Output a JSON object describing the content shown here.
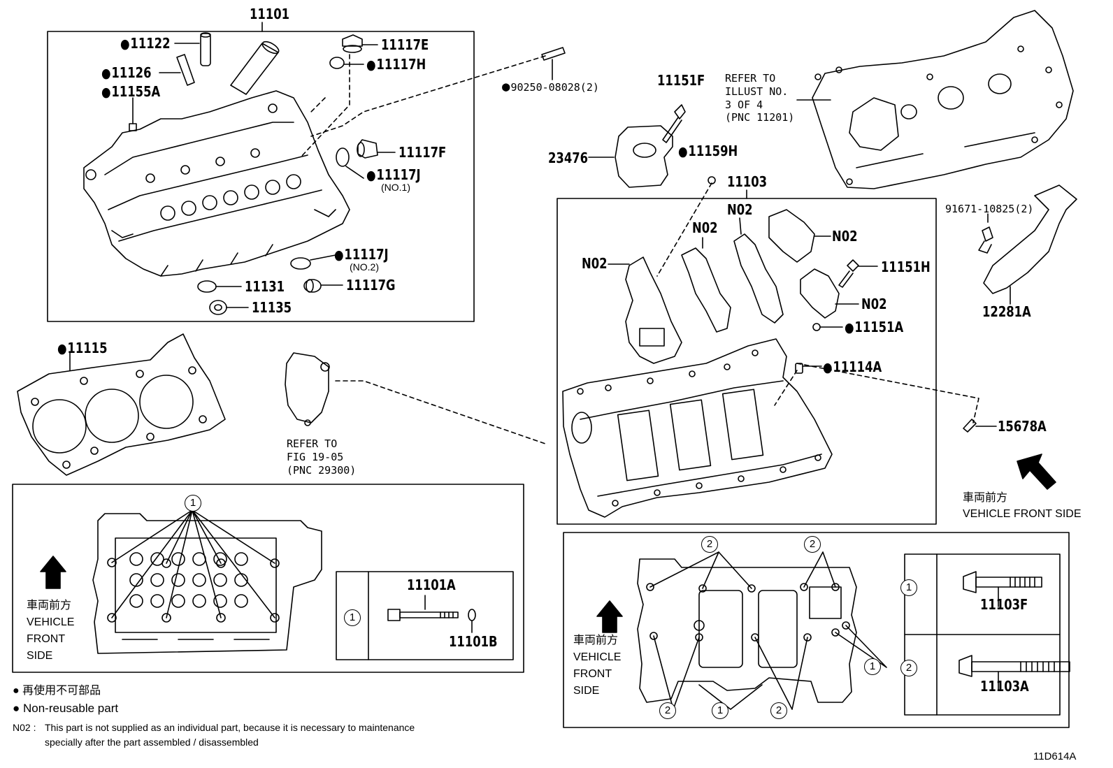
{
  "diagram_id": "11D614A",
  "parts": {
    "p11101": "11101",
    "p11122": "11122",
    "p11126": "11126",
    "p11155A": "11155A",
    "p11117E": "11117E",
    "p11117H": "11117H",
    "p11117F": "11117F",
    "p11117J1": "11117J",
    "no1": "(NO.1)",
    "p11117J2": "11117J",
    "no2": "(NO.2)",
    "p11131": "11131",
    "p11117G": "11117G",
    "p11135": "11135",
    "p90250": "90250-08028(2)",
    "p11151F": "11151F",
    "p23476": "23476",
    "p11159H": "11159H",
    "p11103": "11103",
    "p11151H": "11151H",
    "p11151A": "11151A",
    "p11114A": "11114A",
    "p91671": "91671-10825(2)",
    "p12281A": "12281A",
    "p15678A": "15678A",
    "p11115": "11115",
    "p11101A": "11101A",
    "p11101B": "11101B",
    "p11103F": "11103F",
    "p11103A": "11103A",
    "n02": "N02"
  },
  "refs": {
    "illust": [
      "REFER TO",
      "ILLUST NO.",
      "3 OF 4",
      "(PNC 11201)"
    ],
    "fig": [
      "REFER TO",
      "FIG 19-05",
      "(PNC 29300)"
    ]
  },
  "front_side": {
    "jp": "車両前方",
    "en_line": "VEHICLE FRONT SIDE",
    "en_stack": [
      "VEHICLE",
      "FRONT",
      "SIDE"
    ]
  },
  "callouts": {
    "one": "1",
    "two": "2"
  },
  "legend": {
    "jp": "再使用不可部品",
    "en": "Non-reusable part",
    "note_key": "N02 :",
    "note_line1": "This part is not supplied as an individual part, because it is necessary to maintenance",
    "note_line2": "specially after the part assembled / disassembled"
  }
}
